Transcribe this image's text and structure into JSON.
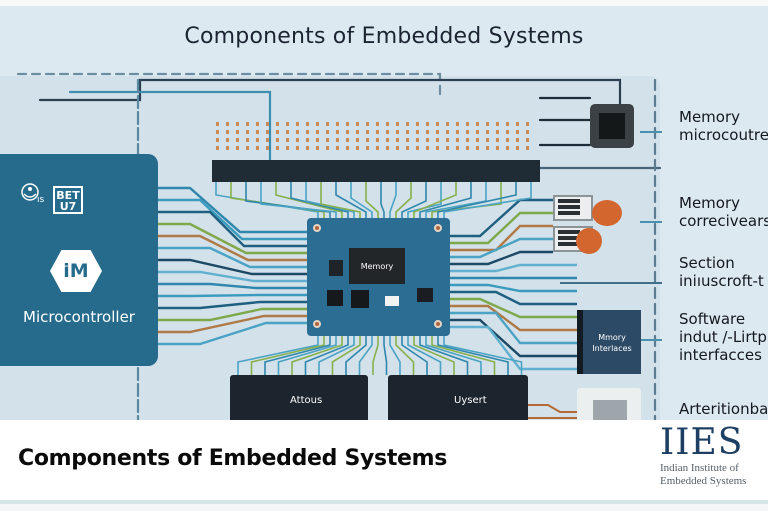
{
  "diagram": {
    "title": "Components of Embedded Systems",
    "microcontroller": {
      "label": "Microcontroller",
      "badge": "iM",
      "icon_a_text": "ıs",
      "icon_b_text": "BET U7"
    },
    "memory_board": {
      "chip_label": "Memory"
    },
    "dark_boards": [
      {
        "label": "Attous"
      },
      {
        "label": "Uysert"
      }
    ],
    "memory_interfaces_box": {
      "label_line1": "Mmory",
      "label_line2": "Interlaces"
    },
    "side_labels": [
      {
        "line1": "Memory",
        "line2": "microcoutre"
      },
      {
        "line1": "Memory",
        "line2": "correcivears"
      },
      {
        "line1": "Section",
        "line2": "iniıuscroft-t"
      },
      {
        "line1": "Software",
        "line2": "indut /-Lirtp",
        "line3": "interfacces"
      },
      {
        "line1": "Arteritionba"
      }
    ]
  },
  "caption": {
    "text": "Components of Embedded Systems",
    "logo_mark": "IIES",
    "logo_line1": "Indian Institute of",
    "logo_line2": "Embedded Systems"
  },
  "colors": {
    "canvas_bg": "#dce9f1",
    "mcu_blue": "#276b8c",
    "board_blue": "#2c6e93",
    "dark_board": "#1c252d",
    "logo_navy": "#1d3f63",
    "accent_orange": "#d3662f"
  }
}
